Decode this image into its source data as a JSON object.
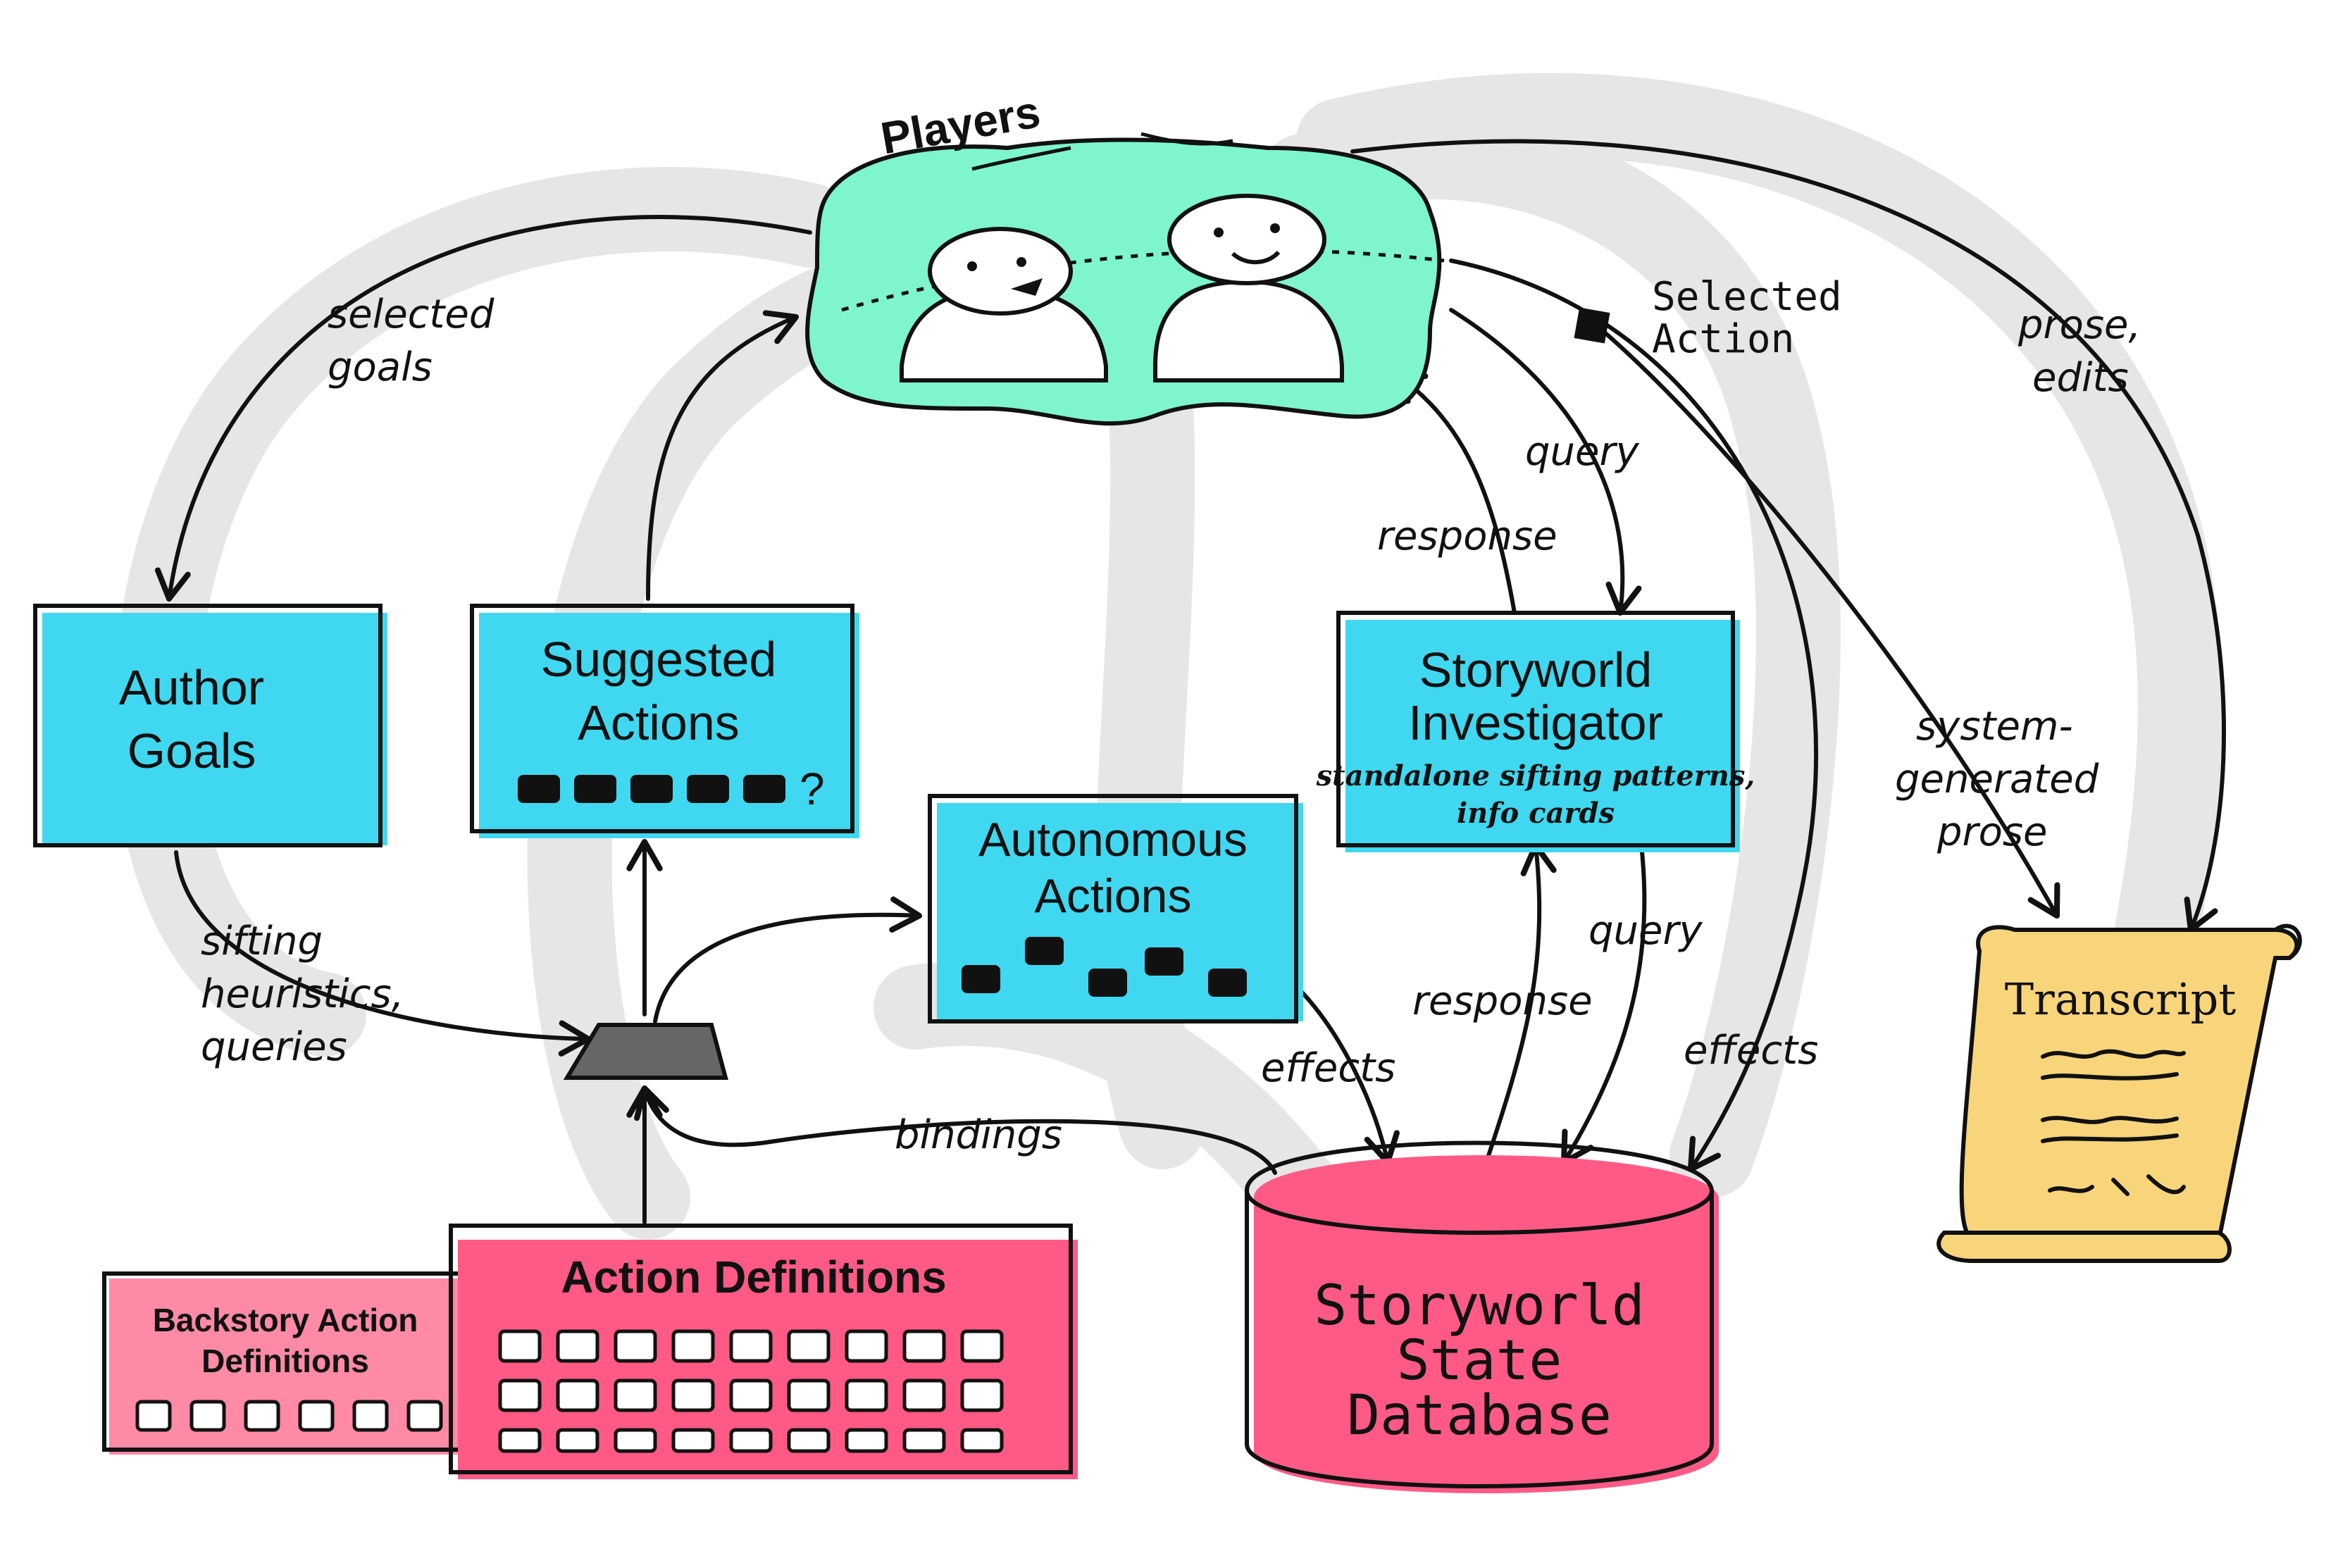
{
  "colors": {
    "cyan": "#3fd8f0",
    "mint": "#7ef5cd",
    "pink": "#ff5a85",
    "pink_light": "#ff8aa6",
    "parchment": "#f8d57a",
    "connector": "#666666",
    "ink": "#111111"
  },
  "nodes": {
    "players": {
      "title": "Players",
      "icon": "two-people-chatting-icon"
    },
    "author_goals": {
      "line1": "Author",
      "line2": "Goals"
    },
    "suggested_actions": {
      "line1": "Suggested",
      "line2": "Actions",
      "suffix": "?"
    },
    "autonomous_actions": {
      "line1": "Autonomous",
      "line2": "Actions"
    },
    "storyworld_investigator": {
      "line1": "Storyworld",
      "line2": "Investigator",
      "sub1": "standalone sifting patterns,",
      "sub2": "info cards"
    },
    "action_definitions": {
      "title": "Action Definitions"
    },
    "backstory_definitions": {
      "line1": "Backstory Action",
      "line2": "Definitions"
    },
    "database": {
      "line1": "Storyworld",
      "line2": "State",
      "line3": "Database"
    },
    "transcript": {
      "title": "Transcript",
      "icon": "scroll-icon"
    },
    "selected_action": {
      "line1": "Selected",
      "line2": "Action"
    }
  },
  "edge_labels": {
    "selected_goals_1": "selected",
    "selected_goals_2": "goals",
    "sifting_1": "sifting",
    "sifting_2": "heuristics,",
    "sifting_3": "queries",
    "bindings": "bindings",
    "effects_auto": "effects",
    "effects_right": "effects",
    "query_top": "query",
    "response_top": "response",
    "query_bottom": "query",
    "response_bottom": "response",
    "prose_1": "prose,",
    "prose_2": "edits",
    "system_1": "system-",
    "system_2": "generated",
    "system_3": "prose"
  }
}
